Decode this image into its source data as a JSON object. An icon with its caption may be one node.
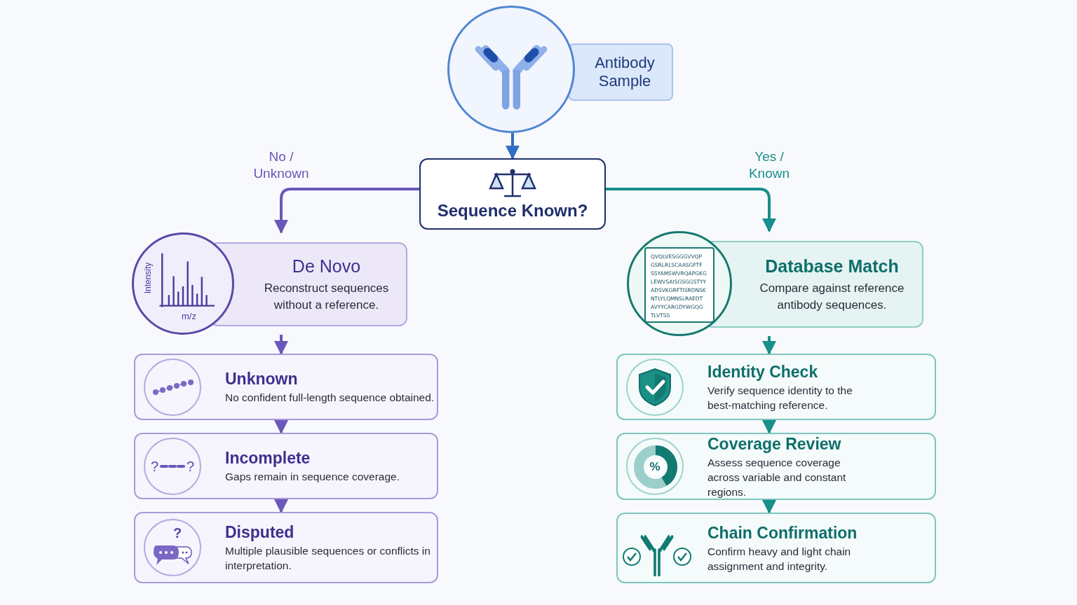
{
  "diagram": {
    "nodes": [
      {
        "text": [
          "Antibody Sample"
        ]
      },
      {
        "text": [
          "Sequence Known?"
        ]
      },
      {
        "text": [
          "De Novo",
          "Reconstruct sequences without a reference."
        ]
      },
      {
        "text": [
          "Database Match",
          "Compare against reference antibody sequences."
        ]
      },
      {
        "text": [
          "Unknown",
          "No confident full-length sequence obtained."
        ]
      },
      {
        "text": [
          "Incomplete",
          "Gaps remain in sequence coverage."
        ]
      },
      {
        "text": [
          "Disputed",
          "Multiple plausible sequences or conflicts in interpretation."
        ]
      },
      {
        "text": [
          "Identity Check",
          "Verify sequence identity to the best-matching reference."
        ]
      },
      {
        "text": [
          "Coverage Review",
          "Assess sequence coverage across variable and constant regions."
        ]
      },
      {
        "text": [
          "Chain Confirmation",
          "Confirm heavy and light chain assignment and integrity."
        ]
      }
    ],
    "edges": [
      {
        "from": 0,
        "to": 1,
        "arrow": "to",
        "color": "#2f6fc4"
      },
      {
        "from": 1,
        "to": 2,
        "arrow": "to",
        "label": "No / Unknown",
        "color": "#6b57b9"
      },
      {
        "from": 1,
        "to": 3,
        "arrow": "to",
        "label": "Yes / Known",
        "color": "#178f8a"
      },
      {
        "from": 2,
        "to": 4,
        "arrow": "to",
        "color": "#6b57b9"
      },
      {
        "from": 4,
        "to": 5,
        "arrow": "to",
        "color": "#6b57b9"
      },
      {
        "from": 5,
        "to": 6,
        "arrow": "to",
        "color": "#6b57b9"
      },
      {
        "from": 3,
        "to": 7,
        "arrow": "to",
        "color": "#178f8a"
      },
      {
        "from": 7,
        "to": 8,
        "arrow": "to",
        "color": "#178f8a"
      },
      {
        "from": 8,
        "to": 9,
        "arrow": "to",
        "color": "#178f8a"
      }
    ],
    "labels": [
      "Intensity",
      "m/z",
      "QVQLVESGGGVVQP",
      "GSRLRLSCAASGFTF",
      "SSYAMSWVRQAPGKG",
      "LEWVSAISGSGGSTYY",
      "ADSVKGRFTISRDNSK",
      "NTLYLQMNSLRAEDT",
      "AVYYCARGDYWGQG",
      "TLVTSS",
      "?",
      "?",
      "?",
      "%"
    ]
  }
}
